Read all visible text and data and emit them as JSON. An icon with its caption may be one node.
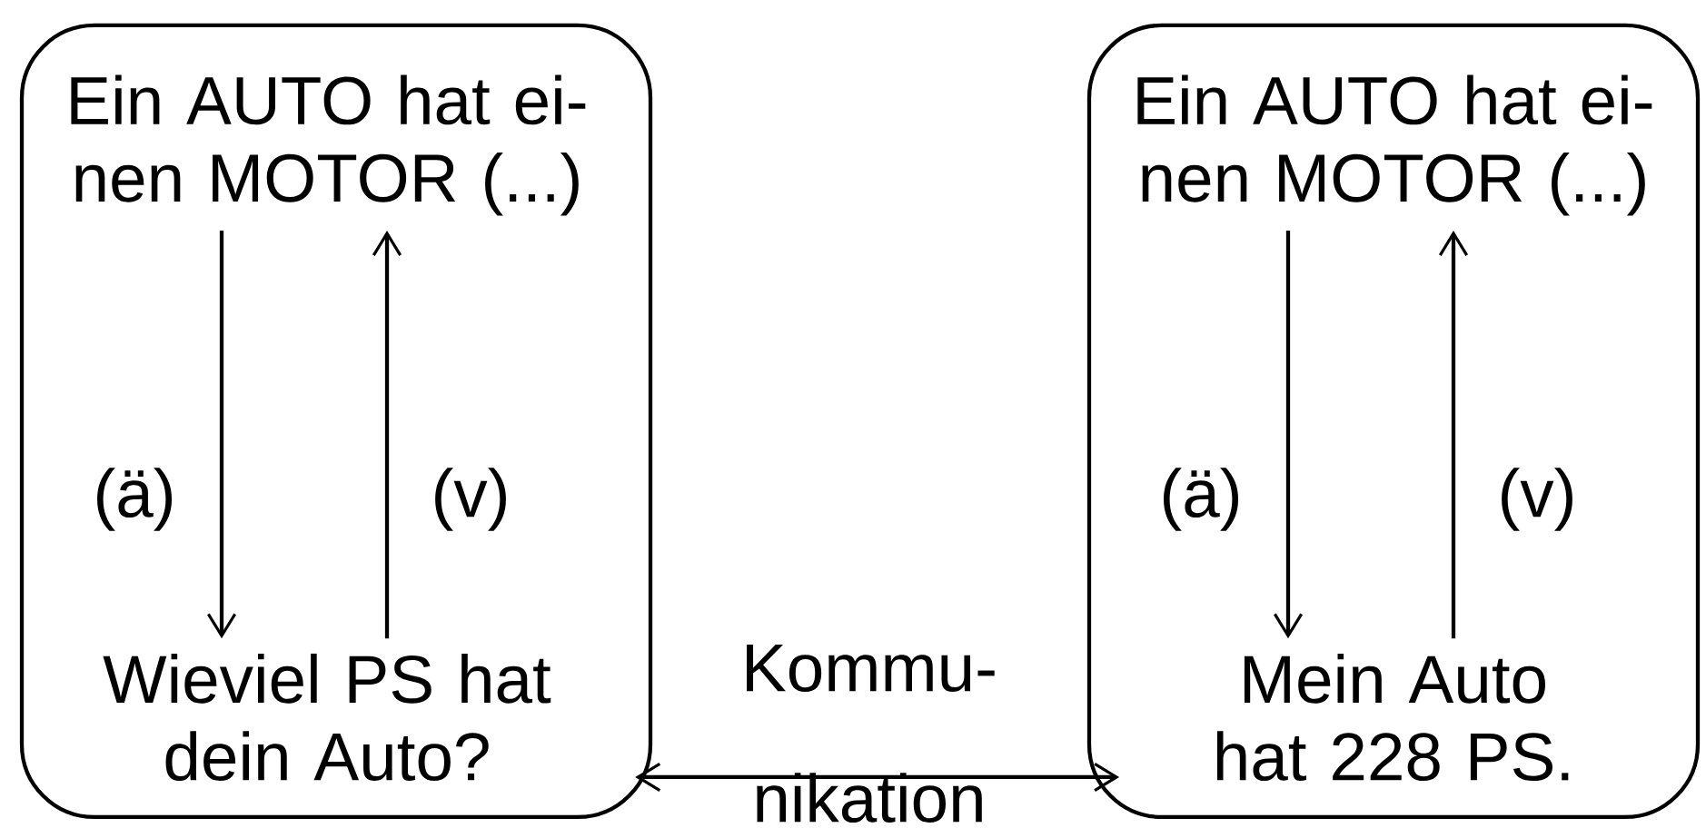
{
  "diagram": {
    "nodes": [
      {
        "text": [],
        "shape": "box"
      },
      {
        "text": [
          "Ein AUTO hat ei- nen MOTOR (...)"
        ],
        "in": 0
      },
      {
        "text": [
          "Wieviel PS hat dein Auto?"
        ],
        "in": 0
      },
      {
        "text": [],
        "shape": "box"
      },
      {
        "text": [
          "Ein AUTO hat ei- nen MOTOR (...)"
        ],
        "in": 3
      },
      {
        "text": [
          "Mein Auto hat 228 PS."
        ],
        "in": 3
      }
    ],
    "edges": [
      {
        "from": 1,
        "to": 2,
        "arrow": "to",
        "label": "(ä)"
      },
      {
        "from": 2,
        "to": 1,
        "arrow": "to",
        "label": "(v)"
      },
      {
        "from": 4,
        "to": 5,
        "arrow": "to",
        "label": "(ä)"
      },
      {
        "from": 5,
        "to": 4,
        "arrow": "to",
        "label": "(v)"
      },
      {
        "from": 2,
        "to": 5,
        "arrow": "both",
        "label": "Kommu- nikation"
      }
    ]
  }
}
